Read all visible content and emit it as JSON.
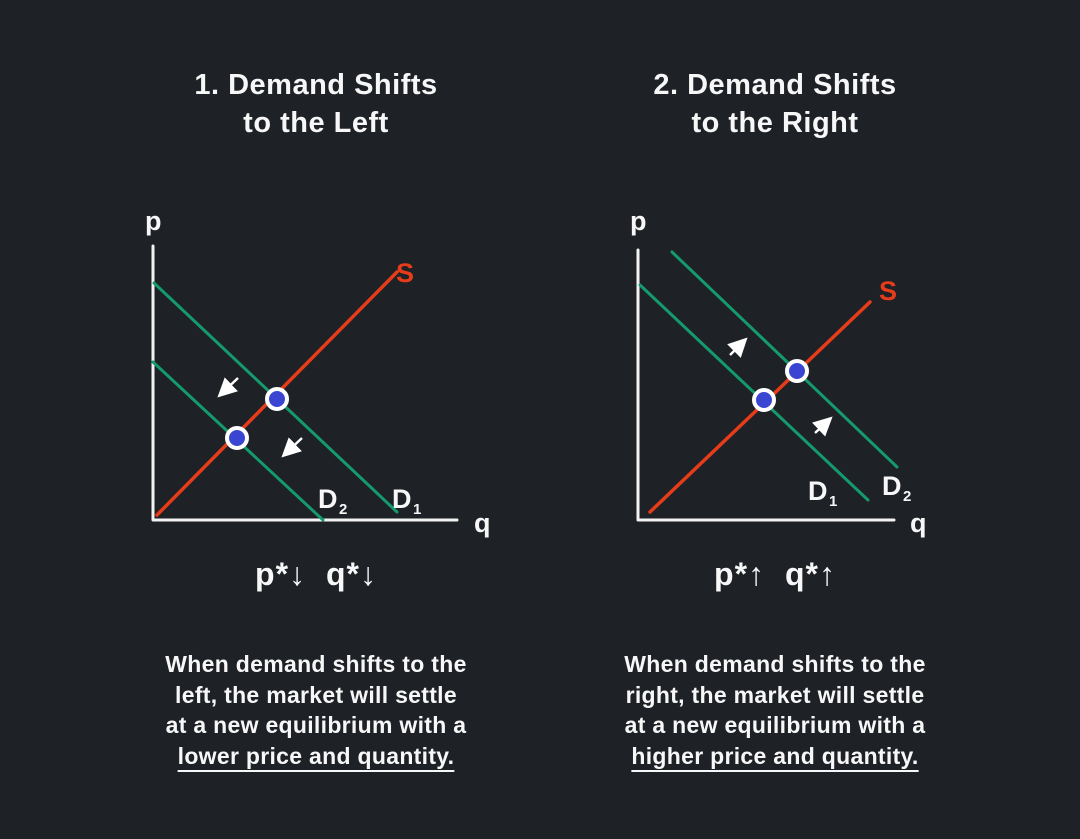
{
  "colors": {
    "background": "#1e2126",
    "text": "#f7f7f8",
    "axis": "#f2f2f2",
    "supply": "#e63c19",
    "demand": "#149a6c",
    "point_fill": "#3a45d2",
    "point_ring": "#ffffff",
    "arrow": "#ffffff"
  },
  "panels": {
    "left": {
      "title_line1": "1. Demand Shifts",
      "title_line2": "to the Left",
      "y_axis_label": "p",
      "x_axis_label": "q",
      "supply_label": "S",
      "demand1_label": "D",
      "demand1_sub": "1",
      "demand2_label": "D",
      "demand2_sub": "2",
      "shift_direction": "left",
      "result": "p*↓ q*↓",
      "caption_line1": "When demand shifts to the",
      "caption_line2": "left, the market will settle",
      "caption_line3": "at a new equilibrium with a",
      "caption_underline": "lower price and quantity."
    },
    "right": {
      "title_line1": "2. Demand Shifts",
      "title_line2": "to the Right",
      "y_axis_label": "p",
      "x_axis_label": "q",
      "supply_label": "S",
      "demand1_label": "D",
      "demand1_sub": "1",
      "demand2_label": "D",
      "demand2_sub": "2",
      "shift_direction": "right",
      "result": "p*↑ q*↑",
      "caption_line1": "When demand shifts to the",
      "caption_line2": "right, the market will settle",
      "caption_line3": "at a new equilibrium with a",
      "caption_underline": "higher price and quantity."
    }
  }
}
